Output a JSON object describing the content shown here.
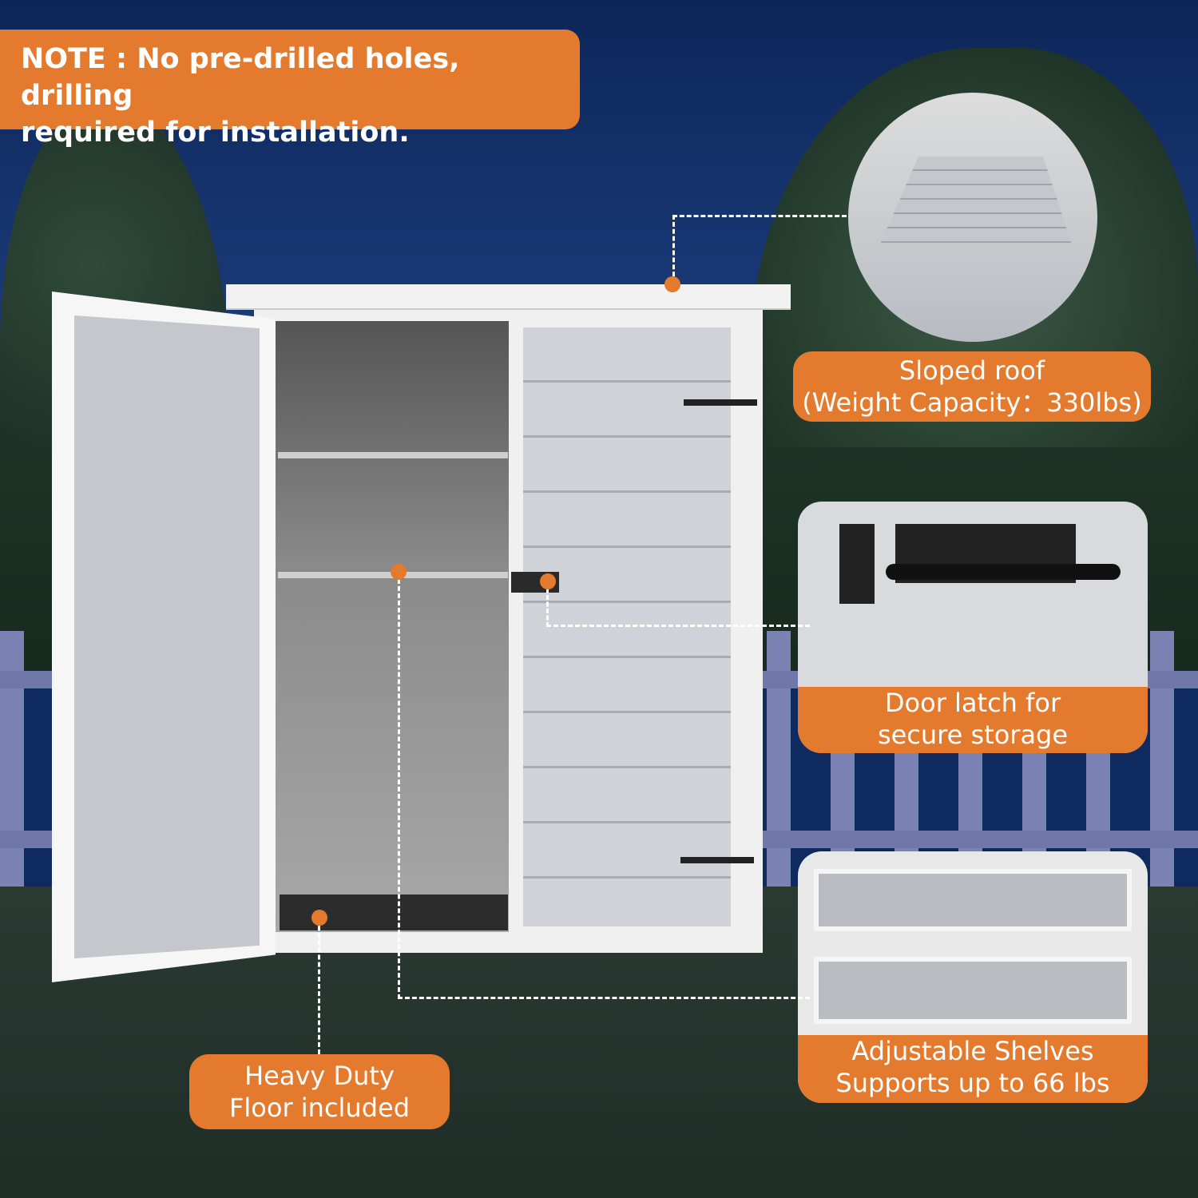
{
  "note": {
    "line1": "NOTE : No pre-drilled holes, drilling",
    "line2": "required for installation."
  },
  "callouts": {
    "roof": {
      "line1": "Sloped roof",
      "line2": "(Weight Capacity：330lbs)"
    },
    "latch": {
      "line1": "Door latch for",
      "line2": "secure storage"
    },
    "shelves": {
      "line1": "Adjustable Shelves",
      "line2": "Supports up to 66 lbs"
    },
    "floor": {
      "line1": "Heavy Duty",
      "line2": "Floor included"
    }
  },
  "colors": {
    "accent": "#e47a2e",
    "sky": "#0d2659"
  }
}
